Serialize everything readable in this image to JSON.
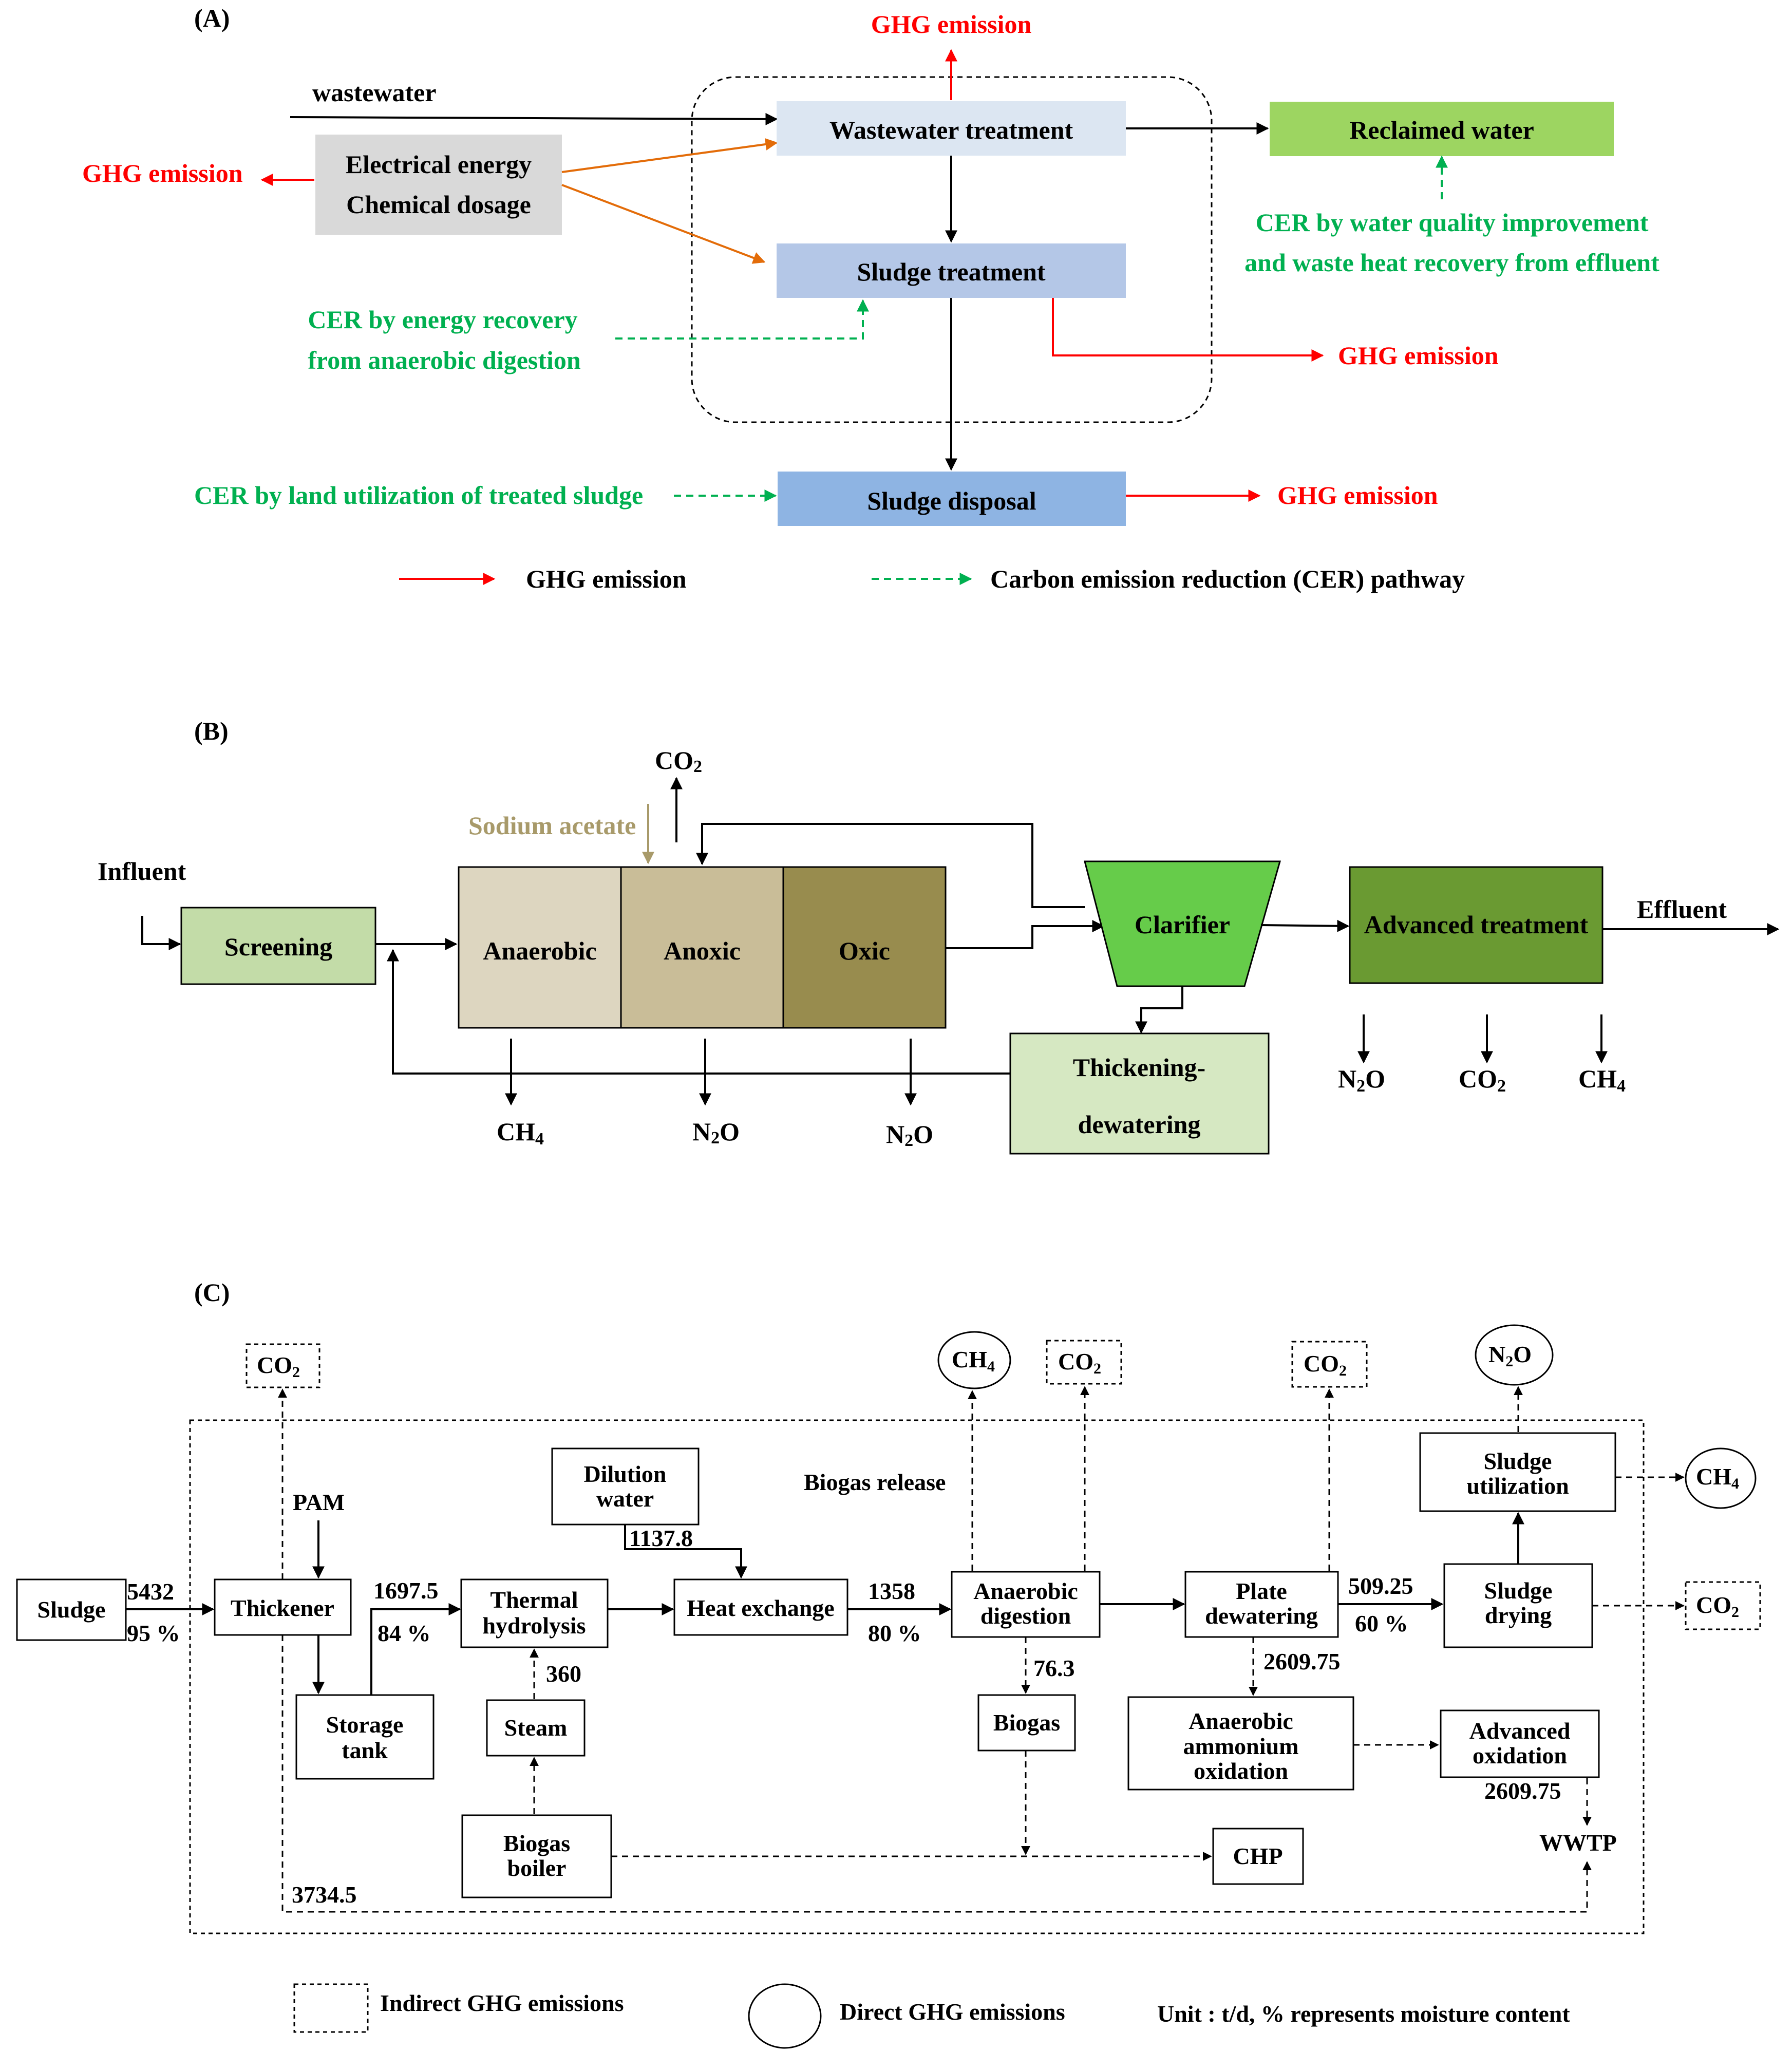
{
  "panelA": {
    "label": "(A)",
    "wastewater": "wastewater",
    "energy_line1": "Electrical energy",
    "energy_line2": "Chemical dosage",
    "ghg_top": "GHG emission",
    "ghg_left": "GHG emission",
    "ghg_sludge": "GHG emission",
    "ghg_disposal": "GHG emission",
    "wastewater_treatment": "Wastewater treatment",
    "sludge_treatment": "Sludge treatment",
    "sludge_disposal": "Sludge disposal",
    "reclaimed_water": "Reclaimed water",
    "cer_water_line1": "CER by water quality improvement",
    "cer_water_line2": "and waste heat recovery from effluent",
    "cer_energy_line1": "CER by energy recovery",
    "cer_energy_line2": "from anaerobic digestion",
    "cer_land": "CER by land utilization of treated sludge",
    "legend_ghg": "GHG emission",
    "legend_cer": "Carbon emission reduction (CER) pathway",
    "colors": {
      "ghg": "#ff0000",
      "cer": "#00b050",
      "energy": "#e36c09"
    }
  },
  "panelB": {
    "label": "(B)",
    "influent": "Influent",
    "screening": "Screening",
    "anaerobic": "Anaerobic",
    "anoxic": "Anoxic",
    "oxic": "Oxic",
    "clarifier": "Clarifier",
    "advanced": "Advanced treatment",
    "effluent": "Effluent",
    "sodium_acetate": "Sodium acetate",
    "thickening_line1": "Thickening-",
    "thickening_line2": "dewatering",
    "co2_anoxic": "CO2",
    "ch4_anaerobic": "CH4",
    "n2o_anoxic": "N2O",
    "n2o_oxic": "N2O",
    "adv_n2o": "N2O",
    "adv_co2": "CO2",
    "adv_ch4": "CH4"
  },
  "panelC": {
    "label": "(C)",
    "sludge": "Sludge",
    "sludge_flow": "5432",
    "sludge_moist": "95 %",
    "thickener": "Thickener",
    "pam": "PAM",
    "co2_thickener": "CO2",
    "storage_line1": "Storage",
    "storage_line2": "tank",
    "flow_1697": "1697.5",
    "moist_84": "84 %",
    "thermal_line1": "Thermal",
    "thermal_line2": "hydrolysis",
    "dilution_line1": "Dilution",
    "dilution_line2": "water",
    "flow_1137": "1137.8",
    "heat_exchange": "Heat exchange",
    "flow_1358": "1358",
    "moist_80": "80 %",
    "steam": "Steam",
    "flow_360": "360",
    "biogas_boiler_line1": "Biogas",
    "biogas_boiler_line2": "boiler",
    "biogas_release": "Biogas release",
    "ch4_ad": "CH4",
    "co2_ad": "CO2",
    "ad_line1": "Anaerobic",
    "ad_line2": "digestion",
    "flow_76": "76.3",
    "biogas": "Biogas",
    "chp": "CHP",
    "plate_line1": "Plate",
    "plate_line2": "dewatering",
    "co2_plate": "CO2",
    "flow_2609a": "2609.75",
    "anammox_line1": "Anaerobic",
    "anammox_line2": "ammonium",
    "anammox_line3": "oxidation",
    "advox_line1": "Advanced",
    "advox_line2": "oxidation",
    "flow_2609b": "2609.75",
    "wwtp": "WWTP",
    "flow_509": "509.25",
    "moist_60": "60 %",
    "drying_line1": "Sludge",
    "drying_line2": "drying",
    "co2_drying": "CO2",
    "util_line1": "Sludge",
    "util_line2": "utilization",
    "n2o_util": "N2O",
    "ch4_util": "CH4",
    "flow_3734": "3734.5",
    "legend_indirect": "Indirect GHG emissions",
    "legend_direct": "Direct GHG emissions",
    "legend_unit": "Unit : t/d, % represents moisture content"
  }
}
